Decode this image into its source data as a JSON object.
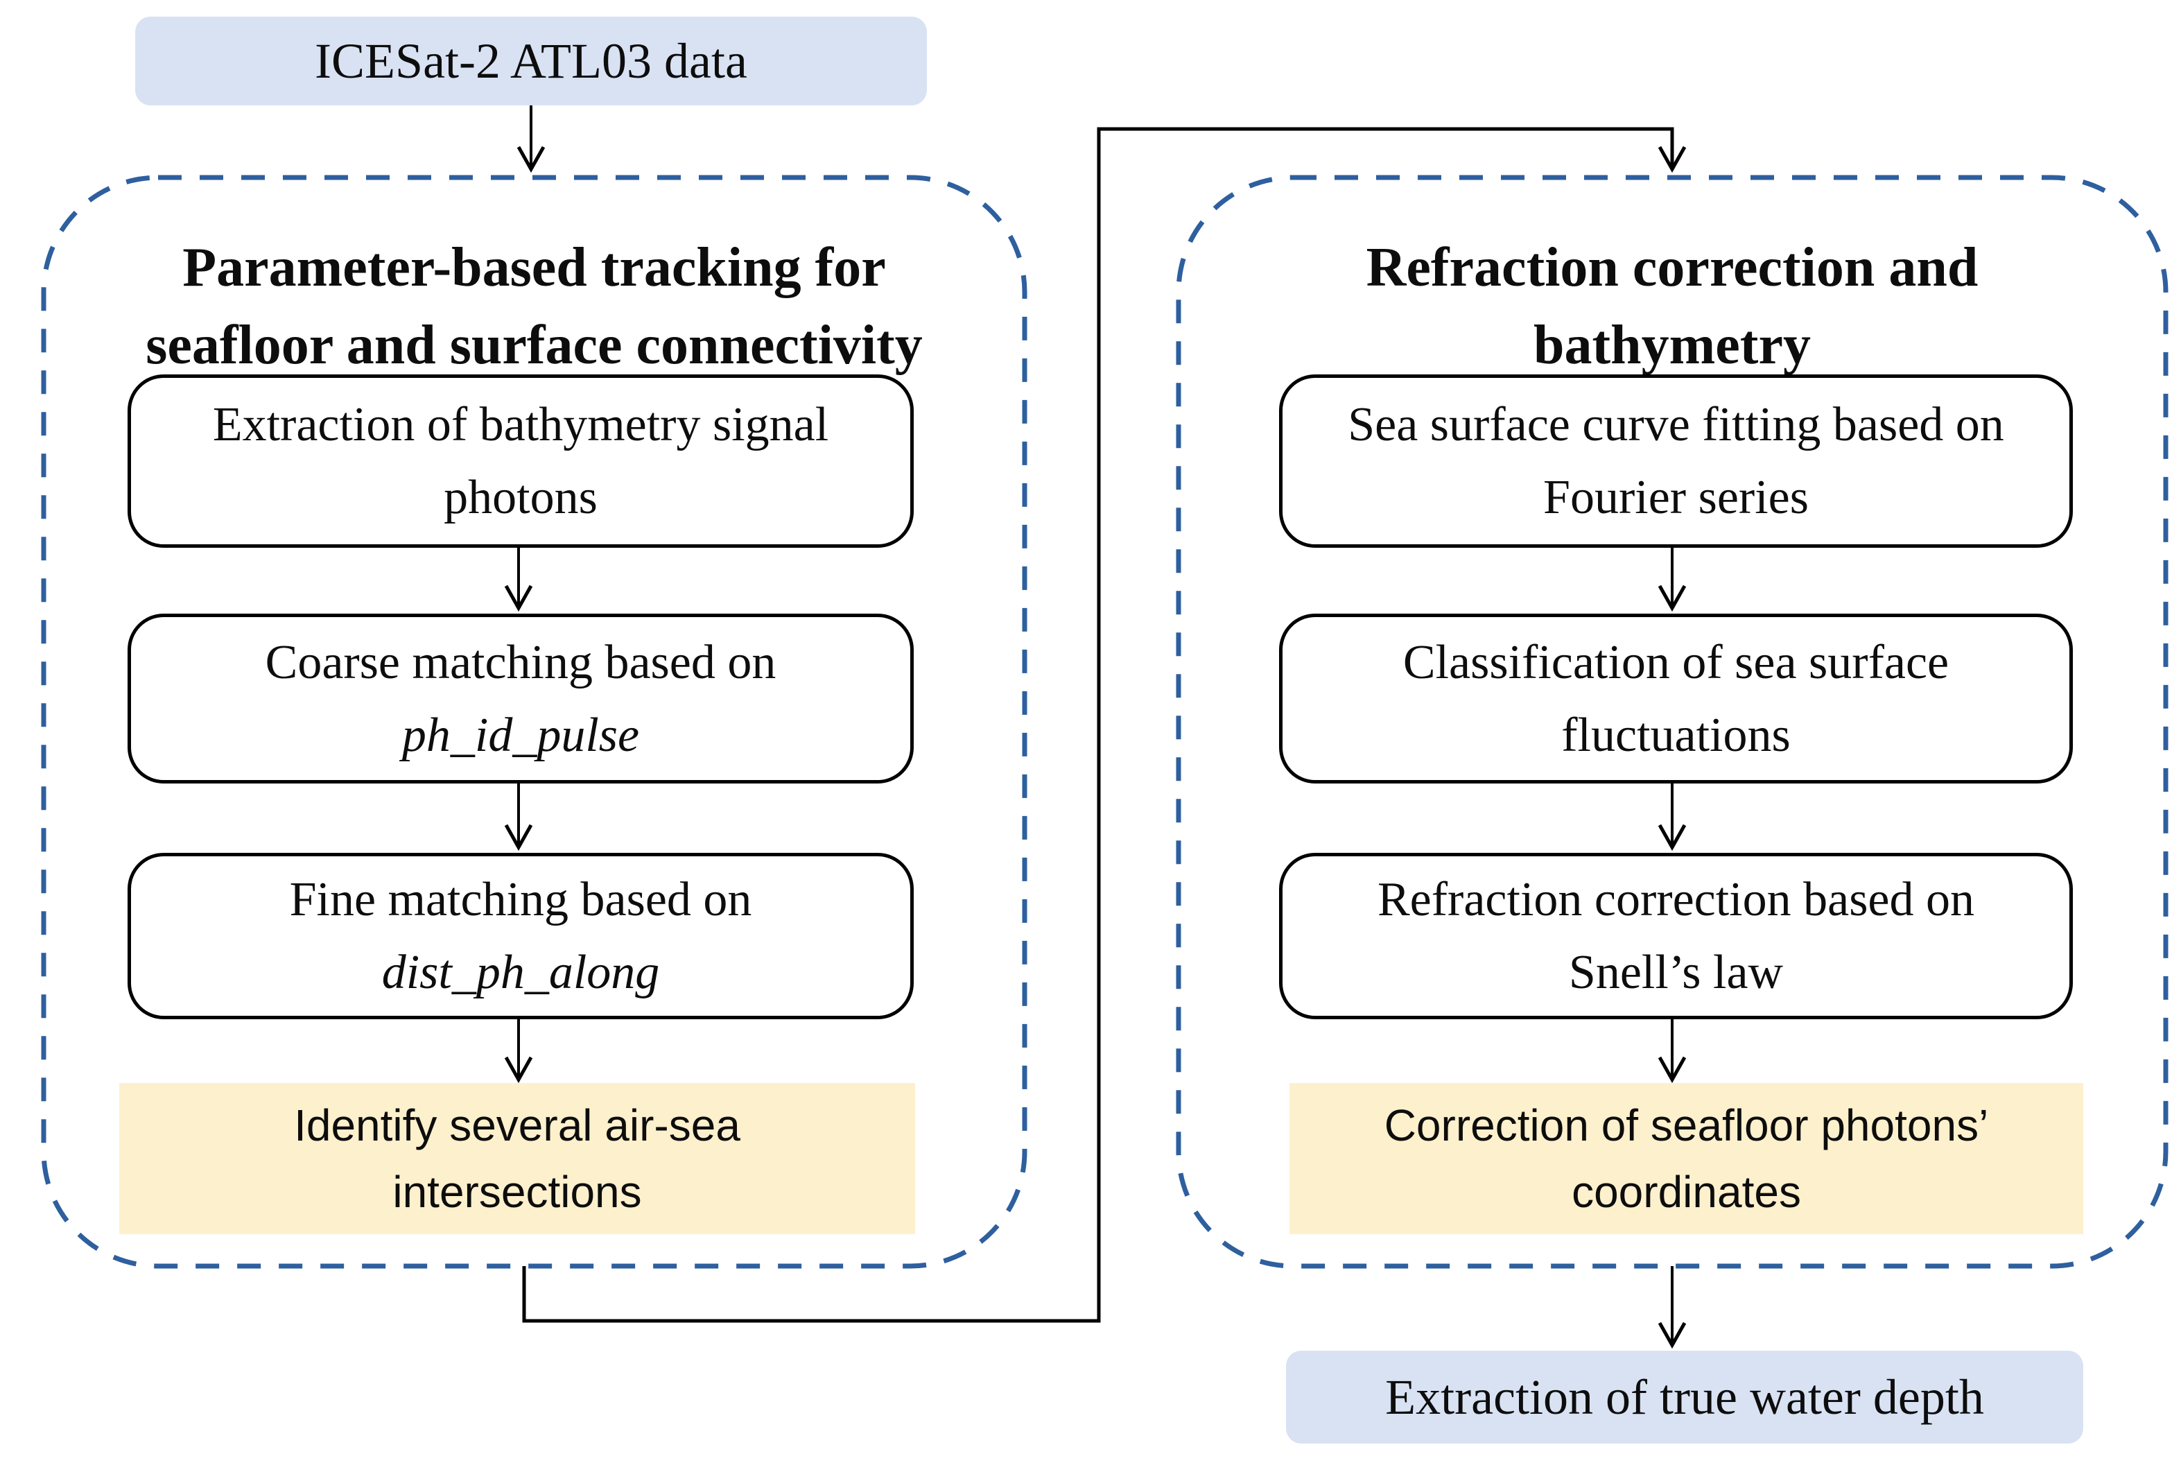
{
  "colors": {
    "terminal_fill": "#d9e2f3",
    "result_fill": "#fdf0cd",
    "dashed_border": "#2e5f9e",
    "line_color": "#000000"
  },
  "input_node": {
    "label": "ICESat-2 ATL03 data"
  },
  "left_group": {
    "title": {
      "line1": "Parameter-based tracking for",
      "line2": "seafloor and surface connectivity"
    },
    "steps": [
      {
        "line1": "Extraction of bathymetry signal",
        "line2": "photons"
      },
      {
        "line1": "Coarse matching based on",
        "line2": "ph_id_pulse"
      },
      {
        "line1": "Fine matching based on",
        "line2": "dist_ph_along"
      }
    ],
    "result": {
      "line1": "Identify several air-sea",
      "line2": "intersections"
    }
  },
  "right_group": {
    "title": {
      "line1": "Refraction correction and",
      "line2": "bathymetry"
    },
    "steps": [
      {
        "line1": "Sea surface curve fitting based on",
        "line2": "Fourier series"
      },
      {
        "line1": "Classification of sea surface",
        "line2": "fluctuations"
      },
      {
        "line1": "Refraction correction based on",
        "line2": "Snell’s law"
      }
    ],
    "result": {
      "line1": "Correction of seafloor photons’",
      "line2": "coordinates"
    }
  },
  "output_node": {
    "label": "Extraction of true water depth"
  }
}
